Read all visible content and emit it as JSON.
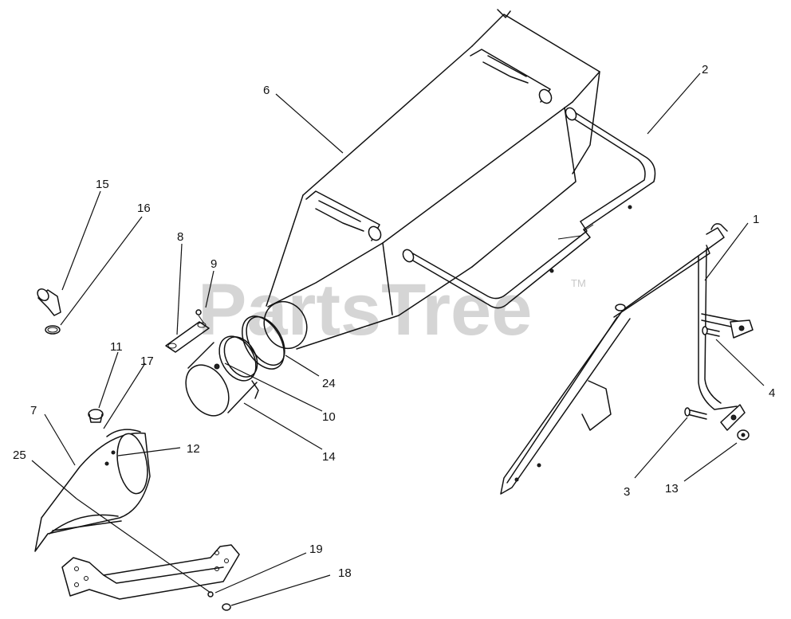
{
  "watermark": {
    "text": "PartsTree",
    "trademark": "TM"
  },
  "callouts": [
    {
      "id": "c1",
      "label": "1"
    },
    {
      "id": "c2",
      "label": "2"
    },
    {
      "id": "c3",
      "label": "3"
    },
    {
      "id": "c4",
      "label": "4"
    },
    {
      "id": "c6",
      "label": "6"
    },
    {
      "id": "c7",
      "label": "7"
    },
    {
      "id": "c8",
      "label": "8"
    },
    {
      "id": "c9",
      "label": "9"
    },
    {
      "id": "c10",
      "label": "10"
    },
    {
      "id": "c11",
      "label": "11"
    },
    {
      "id": "c12",
      "label": "12"
    },
    {
      "id": "c13",
      "label": "13"
    },
    {
      "id": "c14",
      "label": "14"
    },
    {
      "id": "c15",
      "label": "15"
    },
    {
      "id": "c16",
      "label": "16"
    },
    {
      "id": "c17",
      "label": "17"
    },
    {
      "id": "c18",
      "label": "18"
    },
    {
      "id": "c19",
      "label": "19"
    },
    {
      "id": "c24",
      "label": "24"
    },
    {
      "id": "c25",
      "label": "25"
    }
  ]
}
